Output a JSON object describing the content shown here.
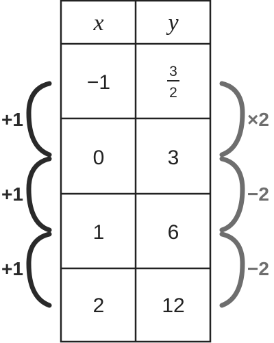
{
  "table": {
    "headers": {
      "x": "x",
      "y": "y"
    },
    "rows": [
      {
        "x": "−1",
        "y_num": "3",
        "y_den": "2"
      },
      {
        "x": "0",
        "y": "3"
      },
      {
        "x": "1",
        "y": "6"
      },
      {
        "x": "2",
        "y": "12"
      }
    ]
  },
  "left_braces": [
    {
      "label": "+1"
    },
    {
      "label": "+1"
    },
    {
      "label": "+1"
    }
  ],
  "right_braces": [
    {
      "label": "×2"
    },
    {
      "label": "−2"
    },
    {
      "label": "−2"
    }
  ],
  "colors": {
    "grid": "#222222",
    "left_brace": "#2a2a2a",
    "right_brace": "#6e6e6e"
  }
}
